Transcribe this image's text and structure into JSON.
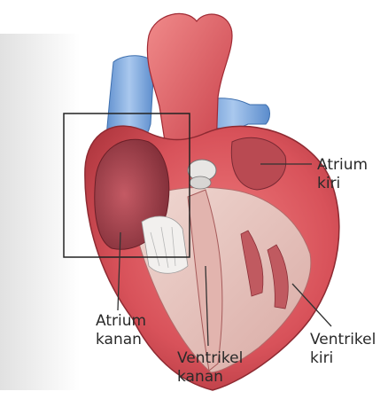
{
  "labels": {
    "atrium_kiri": [
      "Atrium",
      "kiri"
    ],
    "atrium_kanan": [
      "Atrium",
      "kanan"
    ],
    "ventrikel_kanan": [
      "Ventrikel",
      "kanan"
    ],
    "ventrikel_kiri": [
      "Ventrikel",
      "kiri"
    ]
  },
  "colors": {
    "muscle": "#d8525a",
    "muscle_dark": "#a8323a",
    "vein_blue": "#6f9fd6",
    "interior": "#e7c6c0",
    "leader_line": "#333333"
  }
}
